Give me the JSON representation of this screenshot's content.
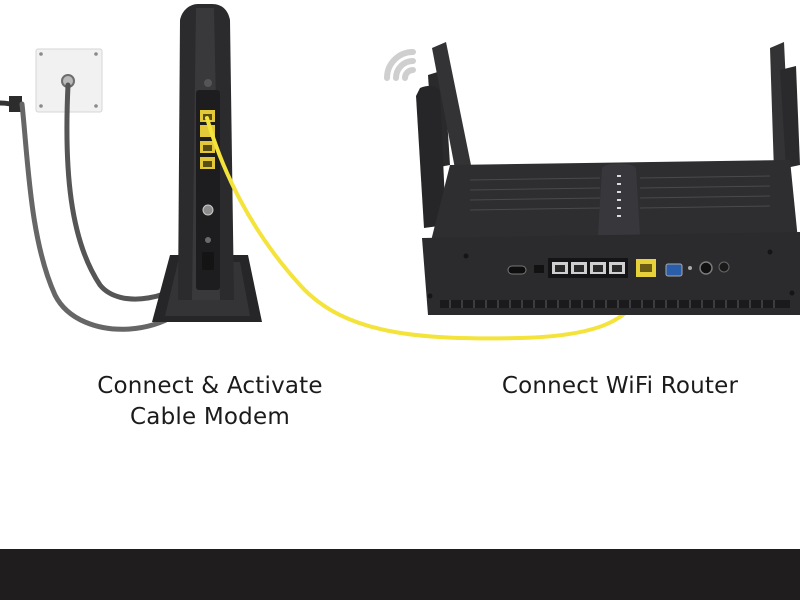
{
  "steps": [
    {
      "lines": [
        "Connect & Activate",
        "Cable Modem"
      ]
    },
    {
      "lines": [
        "Connect WiFi Router"
      ]
    }
  ],
  "colors": {
    "ethernet_cable": "#f3e33a",
    "coax_cable": "#5f5f5f",
    "device_body": "#2b2b2d",
    "bottom_bar": "#1f1d1e",
    "wifi_signal": "#cfcfcf"
  },
  "icons": [
    "wall-outlet-icon",
    "cable-modem-icon",
    "wifi-router-icon",
    "wifi-signal-icon",
    "ethernet-cable-icon",
    "coax-cable-icon",
    "power-cable-icon"
  ]
}
